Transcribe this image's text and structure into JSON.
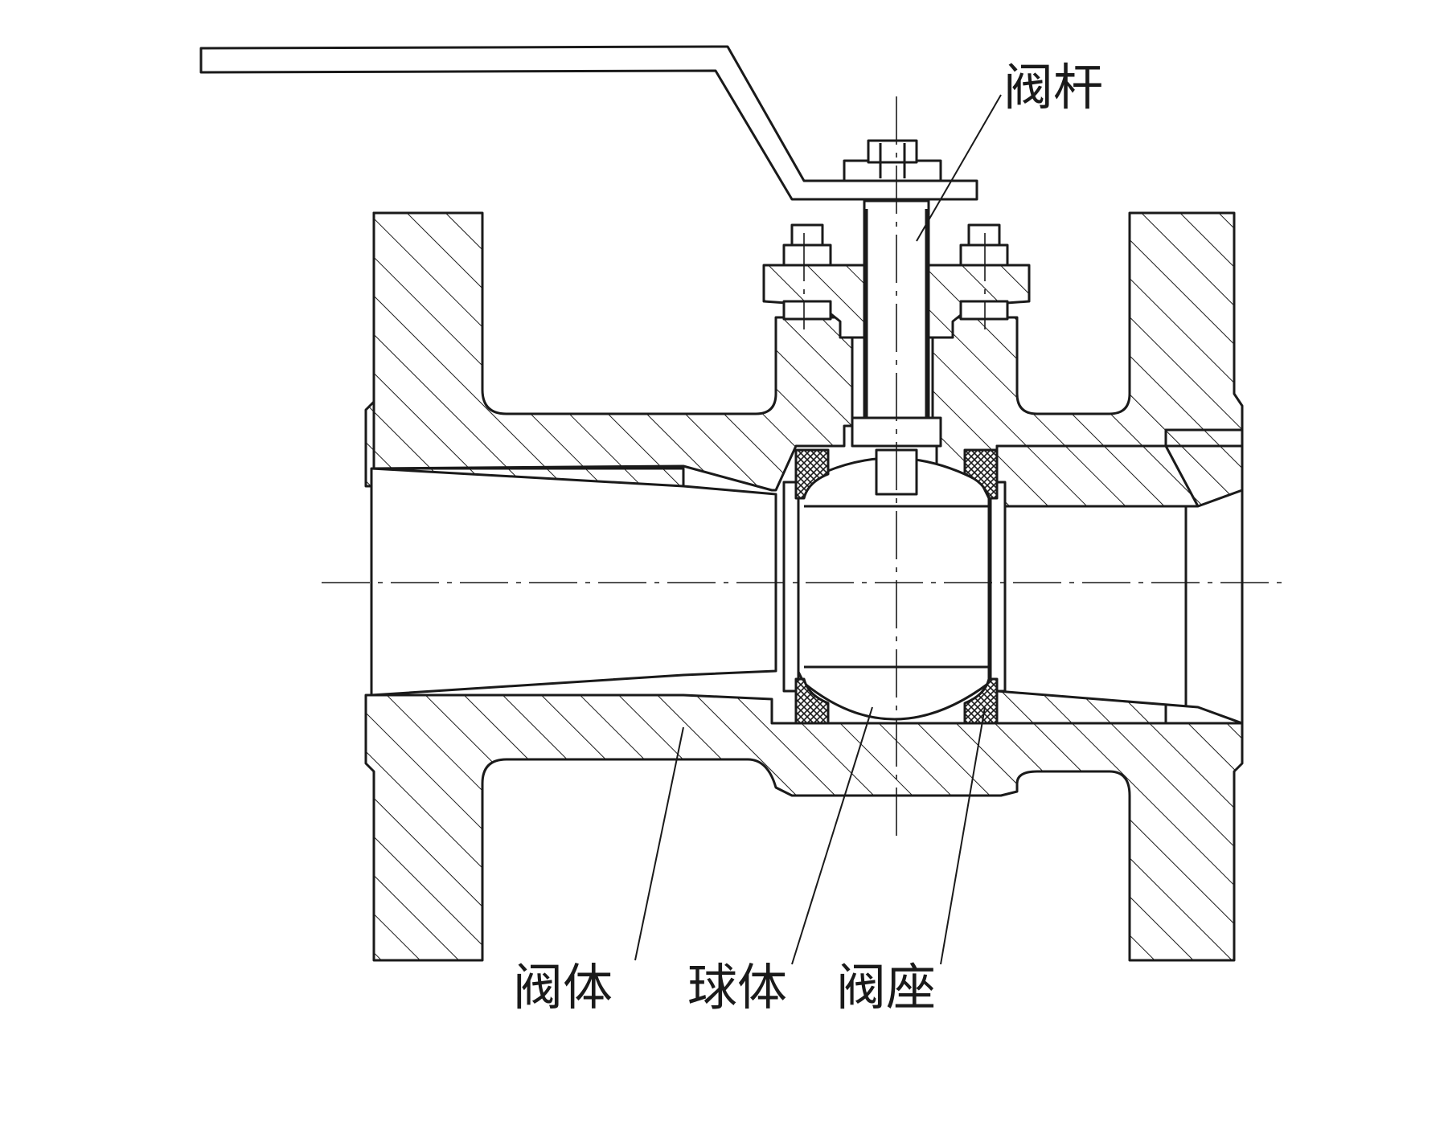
{
  "diagram": {
    "labels": {
      "stem": "阀杆",
      "body": "阀体",
      "ball": "球体",
      "seat": "阀座"
    },
    "colors": {
      "ink": "#1a1a1a",
      "background": "#ffffff"
    }
  }
}
